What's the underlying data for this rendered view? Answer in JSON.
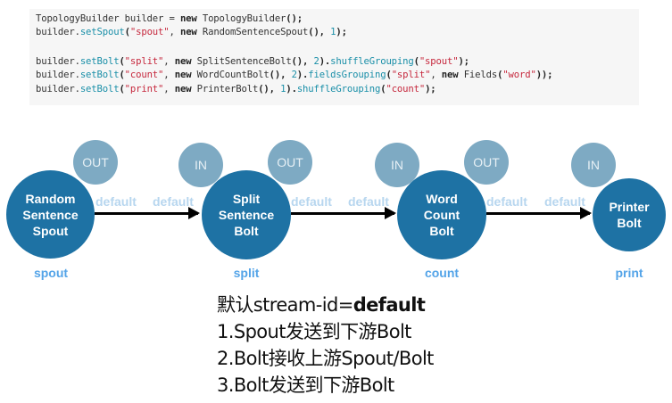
{
  "code": {
    "lines": [
      [
        {
          "t": "TopologyBuilder builder = ",
          "c": ""
        },
        {
          "t": "new",
          "c": "kw"
        },
        {
          "t": " TopologyBuilder",
          "c": ""
        },
        {
          "t": "();",
          "c": "kw"
        }
      ],
      [
        {
          "t": "builder.",
          "c": ""
        },
        {
          "t": "setSpout",
          "c": "fn"
        },
        {
          "t": "(",
          "c": "kw"
        },
        {
          "t": "\"spout\"",
          "c": "str"
        },
        {
          "t": ", ",
          "c": ""
        },
        {
          "t": "new",
          "c": "kw"
        },
        {
          "t": " RandomSentenceSpout",
          "c": ""
        },
        {
          "t": "(), ",
          "c": "kw"
        },
        {
          "t": "1",
          "c": "num"
        },
        {
          "t": ");",
          "c": "kw"
        }
      ],
      [],
      [
        {
          "t": "builder.",
          "c": ""
        },
        {
          "t": "setBolt",
          "c": "fn"
        },
        {
          "t": "(",
          "c": "kw"
        },
        {
          "t": "\"split\"",
          "c": "str"
        },
        {
          "t": ", ",
          "c": ""
        },
        {
          "t": "new",
          "c": "kw"
        },
        {
          "t": " SplitSentenceBolt",
          "c": ""
        },
        {
          "t": "(), ",
          "c": "kw"
        },
        {
          "t": "2",
          "c": "num"
        },
        {
          "t": ").",
          "c": "kw"
        },
        {
          "t": "shuffleGrouping",
          "c": "fn"
        },
        {
          "t": "(",
          "c": "kw"
        },
        {
          "t": "\"spout\"",
          "c": "str"
        },
        {
          "t": ");",
          "c": "kw"
        }
      ],
      [
        {
          "t": "builder.",
          "c": ""
        },
        {
          "t": "setBolt",
          "c": "fn"
        },
        {
          "t": "(",
          "c": "kw"
        },
        {
          "t": "\"count\"",
          "c": "str"
        },
        {
          "t": ", ",
          "c": ""
        },
        {
          "t": "new",
          "c": "kw"
        },
        {
          "t": " WordCountBolt",
          "c": ""
        },
        {
          "t": "(), ",
          "c": "kw"
        },
        {
          "t": "2",
          "c": "num"
        },
        {
          "t": ").",
          "c": "kw"
        },
        {
          "t": "fieldsGrouping",
          "c": "fn"
        },
        {
          "t": "(",
          "c": "kw"
        },
        {
          "t": "\"split\"",
          "c": "str"
        },
        {
          "t": ", ",
          "c": ""
        },
        {
          "t": "new",
          "c": "kw"
        },
        {
          "t": " Fields",
          "c": ""
        },
        {
          "t": "(",
          "c": "kw"
        },
        {
          "t": "\"word\"",
          "c": "str"
        },
        {
          "t": "));",
          "c": "kw"
        }
      ],
      [
        {
          "t": "builder.",
          "c": ""
        },
        {
          "t": "setBolt",
          "c": "fn"
        },
        {
          "t": "(",
          "c": "kw"
        },
        {
          "t": "\"print\"",
          "c": "str"
        },
        {
          "t": ", ",
          "c": ""
        },
        {
          "t": "new",
          "c": "kw"
        },
        {
          "t": " PrinterBolt",
          "c": ""
        },
        {
          "t": "(), ",
          "c": "kw"
        },
        {
          "t": "1",
          "c": "num"
        },
        {
          "t": ").",
          "c": "kw"
        },
        {
          "t": "shuffleGrouping",
          "c": "fn"
        },
        {
          "t": "(",
          "c": "kw"
        },
        {
          "t": "\"count\"",
          "c": "str"
        },
        {
          "t": ");",
          "c": "kw"
        }
      ]
    ]
  },
  "diagram": {
    "nodes": [
      {
        "id": "spout",
        "label_lines": [
          "Random",
          "Sentence",
          "Spout"
        ],
        "component_id": "spout"
      },
      {
        "id": "split",
        "label_lines": [
          "Split",
          "Sentence",
          "Bolt"
        ],
        "component_id": "split"
      },
      {
        "id": "count",
        "label_lines": [
          "Word",
          "Count",
          "Bolt"
        ],
        "component_id": "count"
      },
      {
        "id": "print",
        "label_lines": [
          "Printer",
          "Bolt"
        ],
        "component_id": "print"
      }
    ],
    "bubbles": {
      "out": "OUT",
      "in": "IN"
    },
    "stream_label": "default"
  },
  "notes": {
    "line1_prefix": "默认stream-id=",
    "line1_bold": "default",
    "line2": "1.Spout发送到下游Bolt",
    "line3": "2.Bolt接收上游Spout/Bolt",
    "line4": "3.Bolt发送到下游Bolt"
  },
  "colors": {
    "node": "#1e72a4",
    "bubble": "#7eaac3",
    "stream_label": "#b7d6ef",
    "component_id": "#54a4e8"
  }
}
